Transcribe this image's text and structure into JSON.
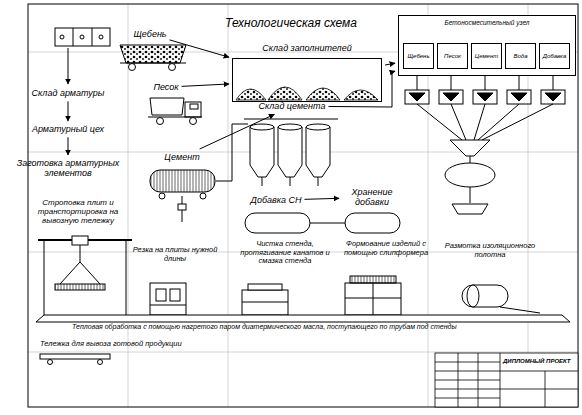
{
  "diagram": {
    "title": "Технологическая схема",
    "nodes": [
      {
        "text": [
          "Склад арматуры"
        ]
      },
      {
        "text": [
          "Арматурный цех"
        ]
      },
      {
        "text": [
          "Заготовка арматурных элементов"
        ]
      },
      {
        "text": [
          "Щебень"
        ]
      },
      {
        "text": [
          "Песок"
        ]
      },
      {
        "text": [
          "Склад заполнителей"
        ]
      },
      {
        "text": [
          "Склад цемента"
        ]
      },
      {
        "text": [
          "Цемент"
        ]
      },
      {
        "text": [
          "Добавка СН"
        ]
      },
      {
        "text": [
          "Хранение добавки"
        ]
      },
      {
        "text": [
          "Бетоносмесительный узел"
        ]
      },
      {
        "text": [
          "Щебень"
        ],
        "in": 10
      },
      {
        "text": [
          "Песок"
        ],
        "in": 10
      },
      {
        "text": [
          "Цемент"
        ],
        "in": 10
      },
      {
        "text": [
          "Вода"
        ],
        "in": 10
      },
      {
        "text": [
          "Добавка"
        ],
        "in": 10
      },
      {
        "text": [
          "Строповка плит и транспортировка на вывозную тележку"
        ]
      },
      {
        "text": [
          "Резка на плиты нужной длины"
        ]
      },
      {
        "text": [
          "Чистка стенда, протягивание канатов и смазка стенда"
        ]
      },
      {
        "text": [
          "Формование изделий с помощью слипформера"
        ]
      },
      {
        "text": [
          "Размотка изоляционного полотна"
        ]
      }
    ],
    "edges": [
      {
        "from": 0,
        "to": 1,
        "arrow": "to"
      },
      {
        "from": 1,
        "to": 2,
        "arrow": "to"
      },
      {
        "from": 3,
        "to": 5,
        "arrow": "to"
      },
      {
        "from": 4,
        "to": 5,
        "arrow": "to"
      },
      {
        "from": 5,
        "to": 10,
        "arrow": "to"
      },
      {
        "from": 6,
        "to": 10,
        "arrow": "to"
      },
      {
        "from": 7,
        "to": 6,
        "arrow": "to"
      },
      {
        "from": 8,
        "to": 9,
        "arrow": "to"
      }
    ],
    "labels": [
      "Тепловая обработка с помощью нагретого паром диатермического масла, поступающего по трубам под стенды",
      "Тележка для вывоза готовой продукции",
      "ДИПЛОМНЫЙ ПРОЕКТ"
    ]
  }
}
